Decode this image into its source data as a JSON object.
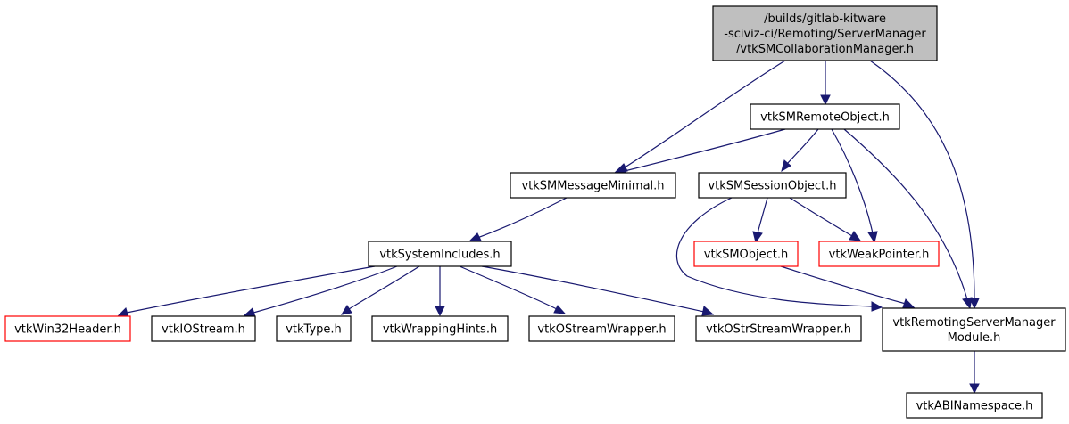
{
  "colors": {
    "edge": "#191970",
    "root_fill": "#bfbfbf",
    "node_border": "#000000",
    "missing_border": "#ff0000",
    "node_fill": "#ffffff"
  },
  "nodes": {
    "root": {
      "lines": [
        "/builds/gitlab-kitware",
        "-sciviz-ci/Remoting/ServerManager",
        "/vtkSMCollaborationManager.h"
      ]
    },
    "remote": {
      "lines": [
        "vtkSMRemoteObject.h"
      ]
    },
    "message": {
      "lines": [
        "vtkSMMessageMinimal.h"
      ]
    },
    "session": {
      "lines": [
        "vtkSMSessionObject.h"
      ]
    },
    "sysinc": {
      "lines": [
        "vtkSystemIncludes.h"
      ]
    },
    "smobject": {
      "lines": [
        "vtkSMObject.h"
      ]
    },
    "weak": {
      "lines": [
        "vtkWeakPointer.h"
      ]
    },
    "win32": {
      "lines": [
        "vtkWin32Header.h"
      ]
    },
    "iostream": {
      "lines": [
        "vtkIOStream.h"
      ]
    },
    "type": {
      "lines": [
        "vtkType.h"
      ]
    },
    "wrapping": {
      "lines": [
        "vtkWrappingHints.h"
      ]
    },
    "ostream": {
      "lines": [
        "vtkOStreamWrapper.h"
      ]
    },
    "ostr": {
      "lines": [
        "vtkOStrStreamWrapper.h"
      ]
    },
    "module": {
      "lines": [
        "vtkRemotingServerManager",
        "Module.h"
      ]
    },
    "abi": {
      "lines": [
        "vtkABINamespace.h"
      ]
    }
  }
}
